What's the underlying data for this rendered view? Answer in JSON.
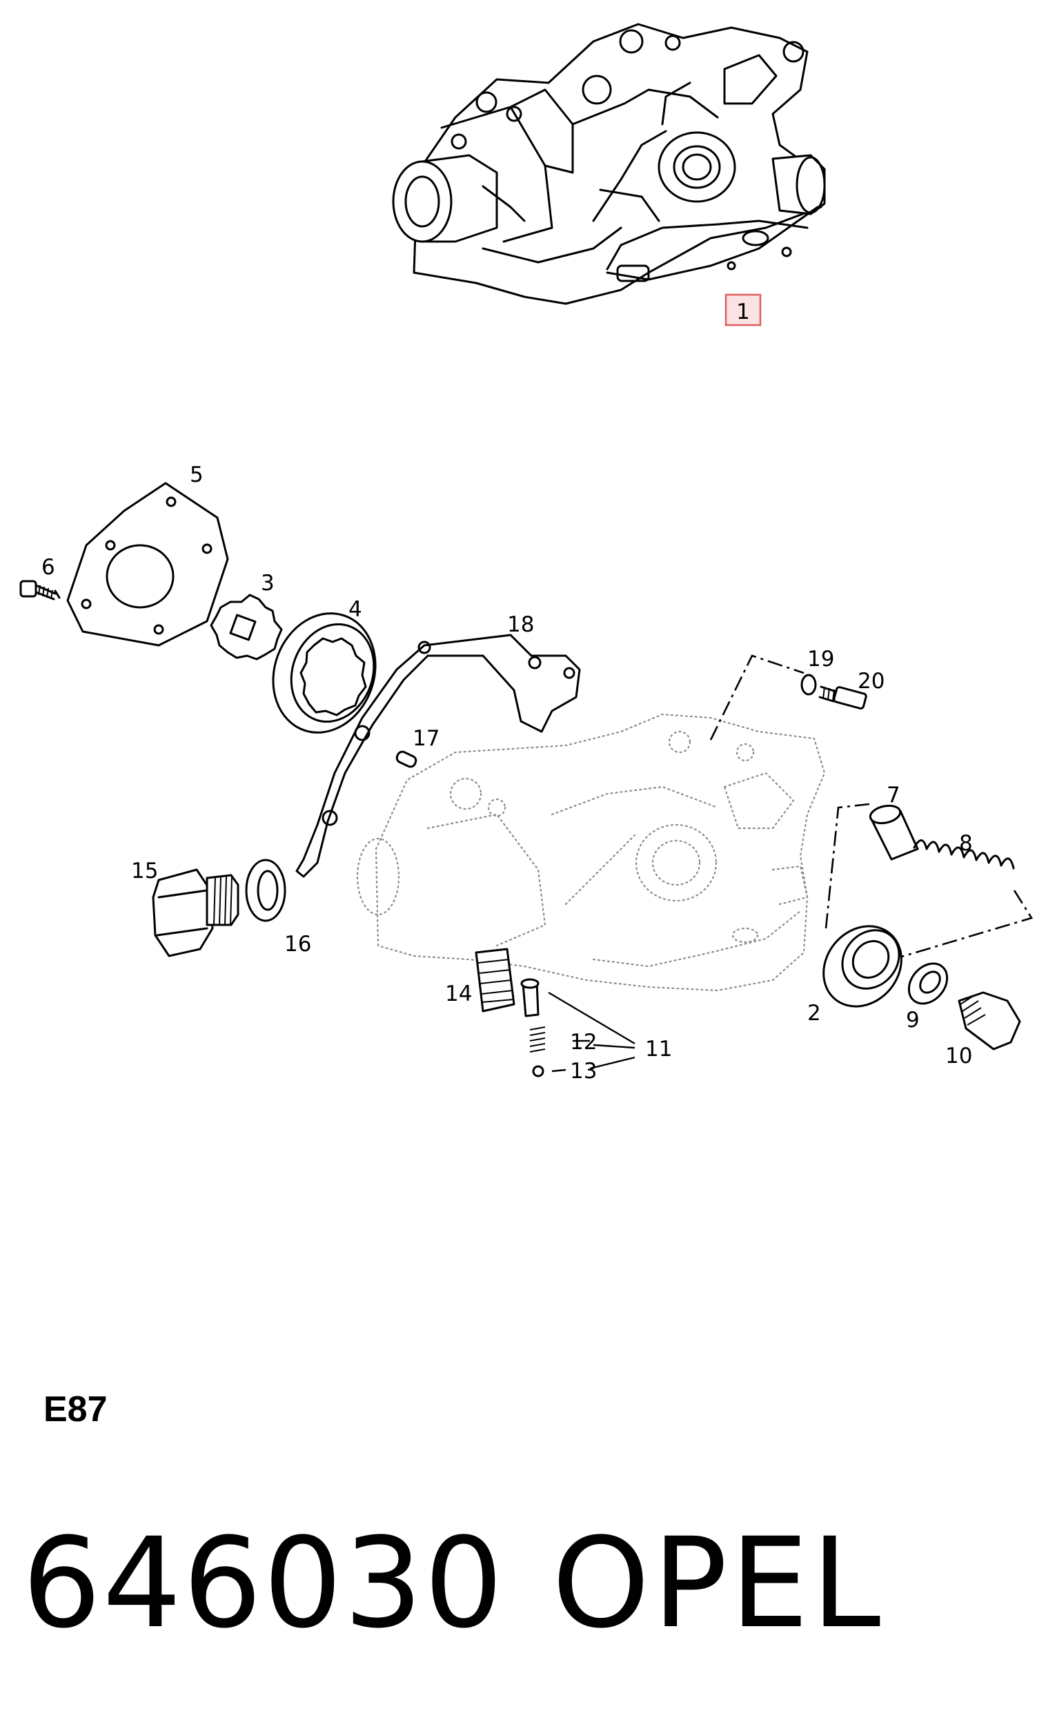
{
  "diagram": {
    "callouts": {
      "c1": "1",
      "c2": "2",
      "c3": "3",
      "c4": "4",
      "c5": "5",
      "c6": "6",
      "c7": "7",
      "c8": "8",
      "c9": "9",
      "c10": "10",
      "c11": "11",
      "c12": "12",
      "c13": "13",
      "c14": "14",
      "c15": "15",
      "c16": "16",
      "c17": "17",
      "c18": "18",
      "c19": "19",
      "c20": "20"
    },
    "highlight_color": "#e05a5a",
    "highlight_fill": "#fbe3e3"
  },
  "footer": {
    "section_code": "E87",
    "part_number": "646030",
    "brand": "OPEL"
  }
}
